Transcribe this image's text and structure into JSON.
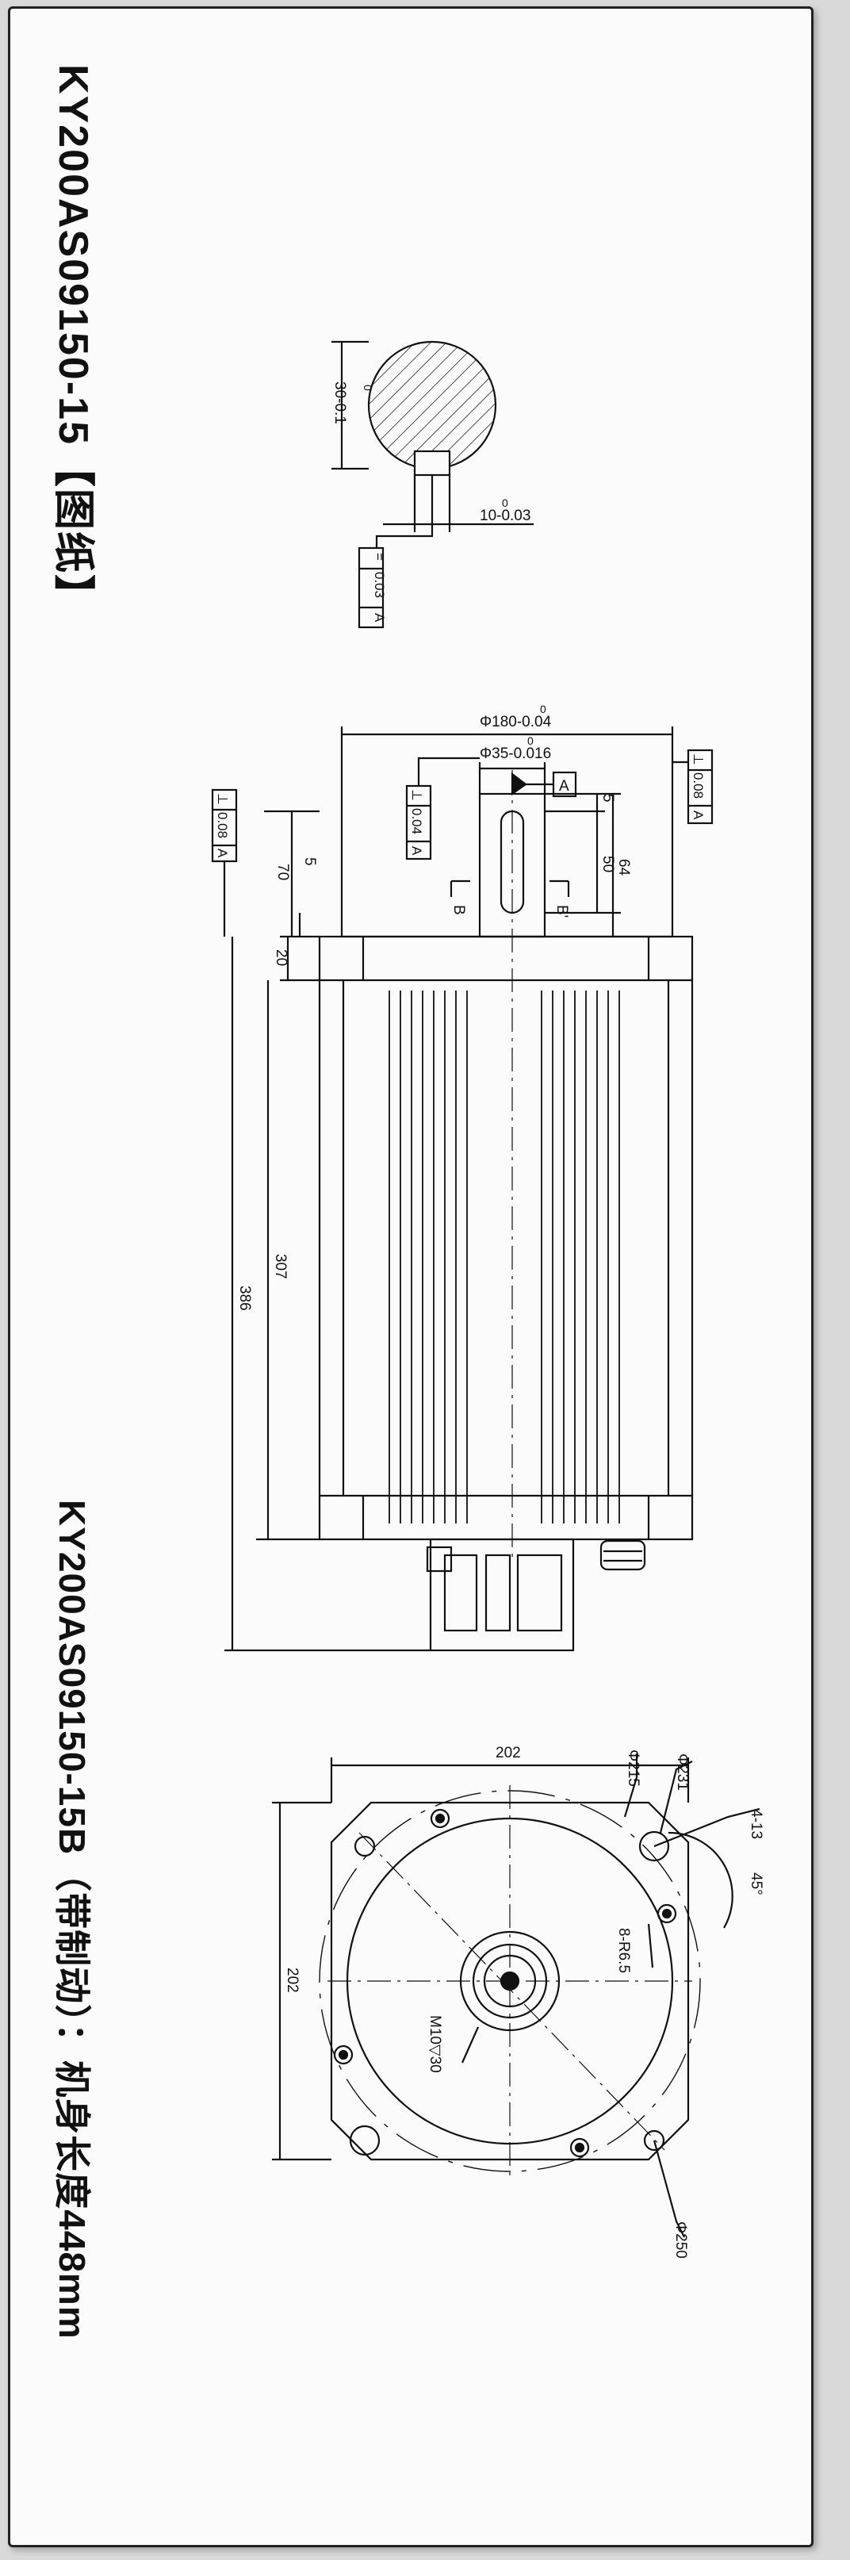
{
  "sheet": {
    "title_left": "KY200AS09150-15【图纸】",
    "title_right": "KY200AS09150-15B（带制动）：机身长度448mm"
  },
  "shaft_section": {
    "height_dim": "30-0.1",
    "height_tol_top": "0",
    "key_width_dim": "10-0.03",
    "key_width_tol_top": "0",
    "fcf_symbol": "=",
    "fcf_value": "0.03",
    "fcf_datum": "A"
  },
  "side_view": {
    "flange_dia": "Φ180-0.04",
    "flange_dia_tol_top": "0",
    "shaft_dia": "Φ35-0.016",
    "shaft_dia_tol_top": "0",
    "datum_label": "A",
    "dim_5_top": "5",
    "dim_50": "50",
    "dim_64": "64",
    "dim_5_left": "5",
    "dim_70": "70",
    "dim_20": "20",
    "dim_307": "307",
    "dim_386": "386",
    "section_label_left": "B",
    "section_label_right": "B'",
    "fcf_left_symbol": "⊥",
    "fcf_left_value": "0.08",
    "fcf_left_datum": "A",
    "fcf_mid_symbol": "⊥",
    "fcf_mid_value": "0.04",
    "fcf_mid_datum": "A",
    "fcf_right_symbol": "⊥",
    "fcf_right_value": "0.08",
    "fcf_right_datum": "A"
  },
  "front_view": {
    "width_top": "202",
    "height_left": "202",
    "dia_215": "Φ215",
    "dia_231": "Φ231",
    "holes": "4-13",
    "angle": "45°",
    "radius": "8-R6.5",
    "thread": "M10▽30",
    "dia_250": "Φ250"
  }
}
